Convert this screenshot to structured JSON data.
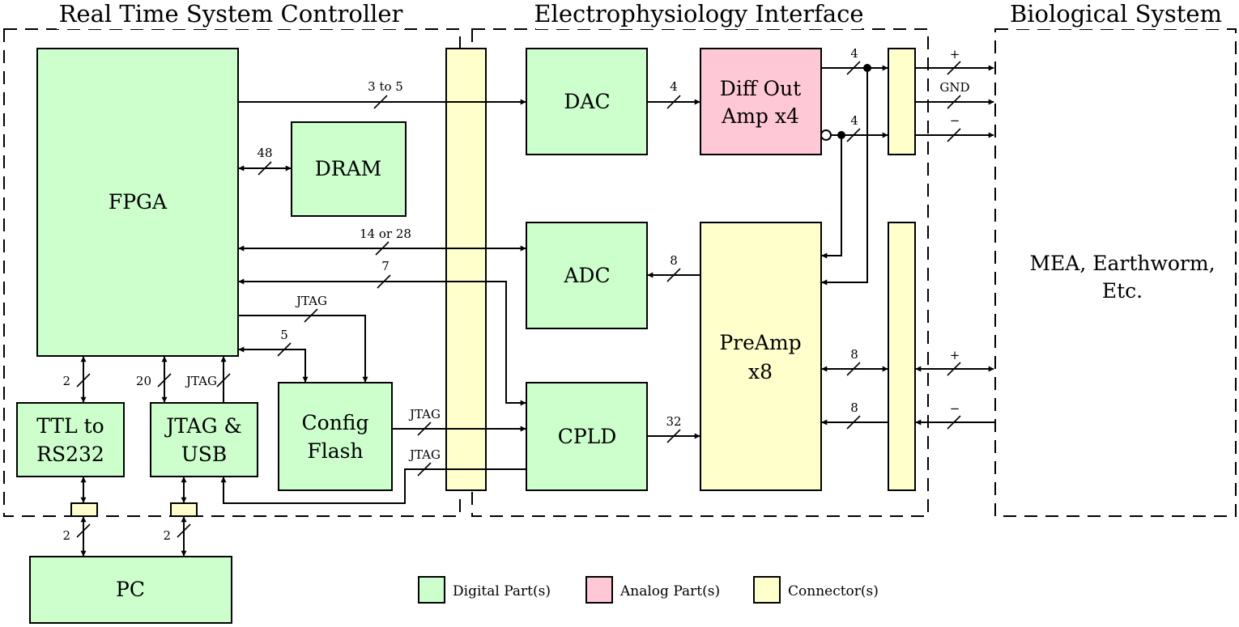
{
  "sections": {
    "controller": "Real Time System Controller",
    "interface": "Electrophysiology Interface",
    "biological": "Biological System"
  },
  "blocks": {
    "fpga": "FPGA",
    "dram": "DRAM",
    "dac": "DAC",
    "diff_out_amp": [
      "Diff Out",
      "Amp x4"
    ],
    "adc": "ADC",
    "preamp": [
      "PreAmp",
      "x8"
    ],
    "cpld": "CPLD",
    "config_flash": [
      "Config",
      "Flash"
    ],
    "ttl_rs232": [
      "TTL to",
      "RS232"
    ],
    "jtag_usb": [
      "JTAG &",
      "USB"
    ],
    "pc": "PC",
    "mea": [
      "MEA, Earthworm,",
      "Etc."
    ]
  },
  "bus_labels": {
    "fpga_dac": "3 to 5",
    "fpga_dram": "48",
    "fpga_adc": "14 or 28",
    "cpld_fpga": "7",
    "fpga_flash_jtag": "JTAG",
    "fpga_flash": "5",
    "dac_amp": "4",
    "amp_pos": "4",
    "amp_neg": "4",
    "preamp_adc": "8",
    "cpld_preamp": "32",
    "flash_cpld_jtag": "JTAG",
    "cpld_usb_jtag": "JTAG",
    "fpga_ttl": "2",
    "fpga_usb": "20",
    "usb_fpga_jtag": "JTAG",
    "pc_ttl": "2",
    "pc_usb": "2",
    "preamp_conn_a": "8",
    "preamp_conn_b": "8",
    "out_pos": "+",
    "out_gnd": "GND",
    "out_neg": "−",
    "in_pos": "+",
    "in_neg": "−"
  },
  "legend": [
    {
      "label": "Digital Part(s)",
      "color": "#ccffcc"
    },
    {
      "label": "Analog Part(s)",
      "color": "#ffc8d6"
    },
    {
      "label": "Connector(s)",
      "color": "#ffffcc"
    }
  ],
  "colors": {
    "digital": "#ccffcc",
    "analog": "#ffc8d6",
    "connector": "#ffffcc"
  }
}
